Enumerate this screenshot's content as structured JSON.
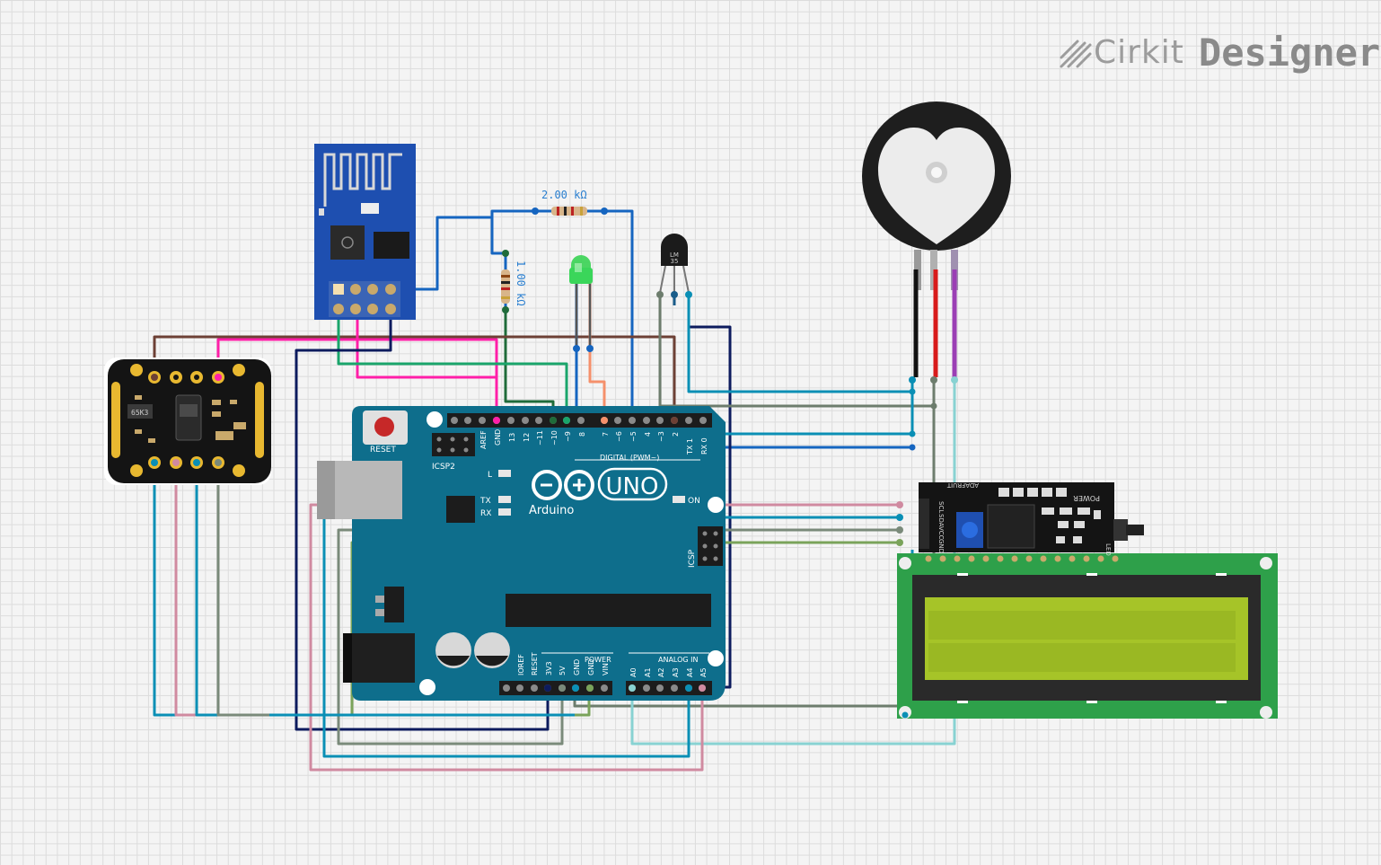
{
  "app": {
    "brand": "Cirkit",
    "product": "Designer"
  },
  "components": {
    "resistor_top": {
      "value": "2.00 kΩ"
    },
    "resistor_side": {
      "value": "1.00 kΩ"
    },
    "temp_sensor": {
      "label_line1": "LM",
      "label_line2": "35"
    },
    "max_sensor": {
      "chip_label": "65K3"
    },
    "arduino": {
      "reset_label": "RESET",
      "icsp2_label": "ICSP2",
      "icsp_label": "ICSP",
      "l_label": "L",
      "tx_label": "TX",
      "rx_label": "RX",
      "on_label": "ON",
      "brand_label": "Arduino",
      "model_label": "UNO",
      "digital_label": "DIGITAL (PWM~)",
      "power_label": "POWER",
      "analog_label": "ANALOG IN",
      "digital_pins": [
        "AREF",
        "GND",
        "13",
        "12",
        "~11",
        "~10",
        "~9",
        "8",
        "7",
        "~6",
        "~5",
        "4",
        "~3",
        "2",
        "TX 1",
        "RX 0"
      ],
      "power_pins": [
        "IOREF",
        "RESET",
        "3V3",
        "5V",
        "GND",
        "GND",
        "VIN"
      ],
      "analog_pins": [
        "A0",
        "A1",
        "A2",
        "A3",
        "A4",
        "A5"
      ]
    },
    "i2c_backpack": {
      "pins": [
        "SCL",
        "SDA",
        "VCC",
        "GND"
      ],
      "power_label": "POWER",
      "led_label": "LED",
      "brand_label": "ADAFRUIT"
    }
  },
  "colors": {
    "wire_blue": "#1565c0",
    "wire_navy": "#0d1b5e",
    "wire_brown": "#6d4035",
    "wire_pink": "#ff1fa8",
    "wire_green": "#1aa56b",
    "wire_darkgreen": "#1f6b3a",
    "wire_salmon": "#f5906b",
    "wire_teal": "#0a8fb5",
    "wire_mauve": "#d08aa0",
    "wire_gray": "#7a8a7a",
    "wire_lightteal": "#88d2d2",
    "wire_olive": "#7aa35a",
    "arduino_body": "#0e6e8c",
    "lcd_board": "#2ea04a",
    "lcd_screen": "#a6c428"
  }
}
